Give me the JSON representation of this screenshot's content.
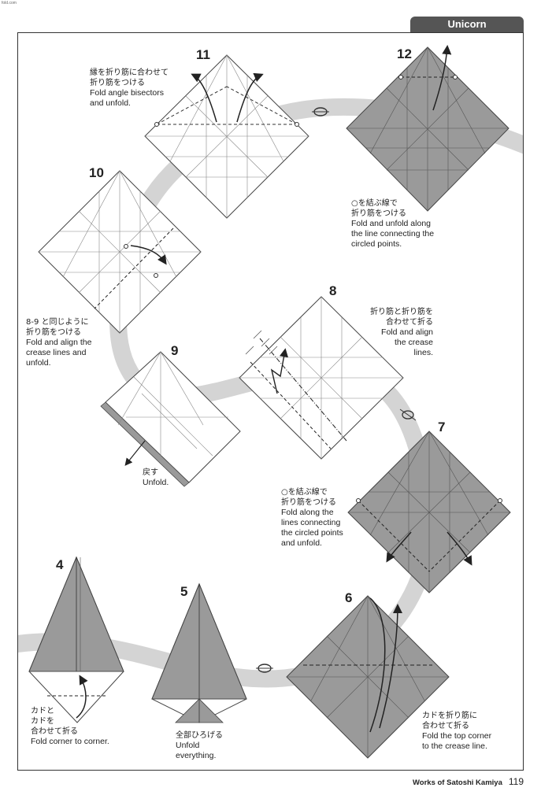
{
  "corner_mark": "fold.com",
  "header": {
    "title": "Unicorn"
  },
  "footer": {
    "credit": "Works of Satoshi Kamiya",
    "page": "119"
  },
  "steps": [
    {
      "num": "11",
      "jp": [
        "縁を折り筋に合わせて",
        "折り筋をつける"
      ],
      "en": [
        "Fold angle bisectors",
        "and unfold."
      ]
    },
    {
      "num": "12",
      "jp": [
        "○を結ぶ線で",
        "折り筋をつける"
      ],
      "en": [
        "Fold and unfold along",
        "the line connecting the",
        "circled points."
      ]
    },
    {
      "num": "10",
      "jp": [
        "8-9 と同じように",
        "折り筋をつける"
      ],
      "en": [
        "Fold and align the",
        "crease lines and",
        "unfold."
      ]
    },
    {
      "num": "8",
      "jp": [
        "折り筋と折り筋を",
        "合わせて折る"
      ],
      "en": [
        "Fold and align",
        "the crease",
        "lines."
      ]
    },
    {
      "num": "9",
      "jp": [
        "戻す"
      ],
      "en": [
        "Unfold."
      ]
    },
    {
      "num": "7",
      "jp": [
        "○を結ぶ線で",
        "折り筋をつける"
      ],
      "en": [
        "Fold along the",
        "lines connecting",
        "the circled points",
        "and unfold."
      ]
    },
    {
      "num": "4",
      "jp": [
        "カドと",
        "カドを",
        "合わせて折る"
      ],
      "en": [
        "Fold corner to corner."
      ]
    },
    {
      "num": "5",
      "jp": [
        "全部ひろげる"
      ],
      "en": [
        "Unfold",
        "everything."
      ]
    },
    {
      "num": "6",
      "jp": [
        "カドを折り筋に",
        "合わせて折る"
      ],
      "en": [
        "Fold the top corner",
        "to the crease line."
      ]
    }
  ],
  "colors": {
    "paper_colored": "#9a9a9a",
    "paper_white": "#ffffff",
    "path_band": "#d4d4d4",
    "line": "#333333",
    "tab": "#555555"
  }
}
